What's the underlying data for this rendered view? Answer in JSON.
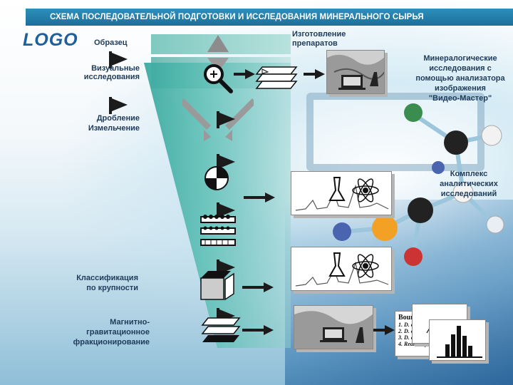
{
  "header": {
    "title": "СХЕМА ПОСЛЕДОВАТЕЛЬНОЙ ПОДГОТОВКИ И ИССЛЕДОВАНИЯ МИНЕРАЛЬНОГО СЫРЬЯ",
    "logo": "LOGO"
  },
  "labels": {
    "sample": "Образец",
    "visual": "Визуальные исследования",
    "crushing_line1": "Дробление",
    "crushing_line2": "Измельчение",
    "classification_line1": "Классификация",
    "classification_line2": "по крупности",
    "magnetic_line1": "Магнитно-",
    "magnetic_line2": "гравитационное",
    "magnetic_line3": "фракционирование",
    "preparation_line1": "Изготовление",
    "preparation_line2": "препаратов",
    "mineralogy_line1": "Минералогические",
    "mineralogy_line2": "исследования с",
    "mineralogy_line3": "помощью анализатора",
    "mineralogy_line4": "изображения",
    "mineralogy_line5": "\"Видео-Мастер\"",
    "complex_line1": "Комплекс",
    "complex_line2": "аналитических",
    "complex_line3": "исследований"
  },
  "report_card": {
    "title": "Bound",
    "lines": [
      "1. D. e",
      "2. D. e",
      "3. D. e",
      "4. Real Surfac"
    ]
  },
  "colors": {
    "title_bar": "#2d8fbc",
    "logo": "#1f5f9a",
    "funnel": "#5bb9ae",
    "marker": "#1b1b1b",
    "label": "#1f3b5a"
  },
  "icons": [
    "flag-marker",
    "magnifier-icon",
    "crusher-icon",
    "sampler-icon",
    "sieve-stack-icon",
    "cube-icon",
    "layers-icon",
    "flask-icon",
    "atom-icon",
    "microscope-icon",
    "laptop-icon",
    "histogram-icon"
  ]
}
